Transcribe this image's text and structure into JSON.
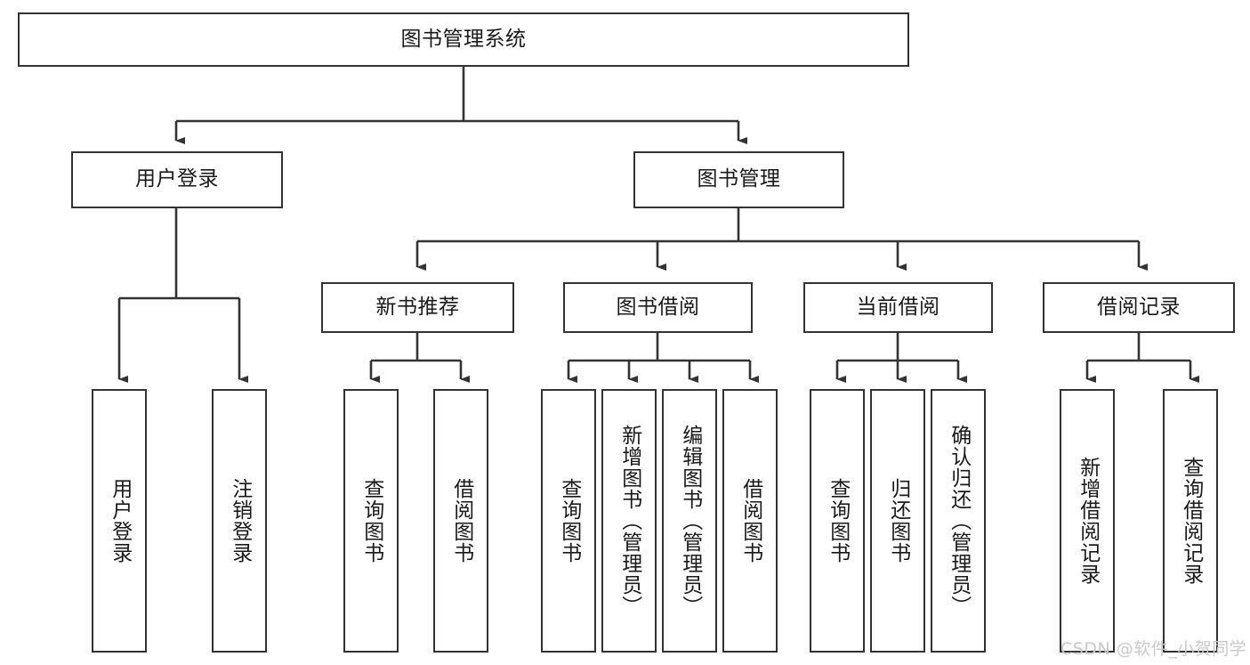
{
  "diagram": {
    "title": "图书管理系统",
    "root": {
      "id": "root",
      "label": "图书管理系统"
    },
    "level2": [
      {
        "id": "user-login",
        "label": "用户登录"
      },
      {
        "id": "book-manage",
        "label": "图书管理"
      }
    ],
    "level3": [
      {
        "id": "new-book-rec",
        "label": "新书推荐"
      },
      {
        "id": "book-borrow",
        "label": "图书借阅"
      },
      {
        "id": "current-borrow",
        "label": "当前借阅"
      },
      {
        "id": "borrow-record",
        "label": "借阅记录"
      }
    ],
    "leaves": {
      "user-login": [
        {
          "id": "leaf-user-login",
          "label": "用户登录"
        },
        {
          "id": "leaf-logout",
          "label": "注销登录"
        }
      ],
      "new-book-rec": [
        {
          "id": "leaf-query-book-1",
          "label": "查询图书"
        },
        {
          "id": "leaf-borrow-book-1",
          "label": "借阅图书"
        }
      ],
      "book-borrow": [
        {
          "id": "leaf-query-book-2",
          "label": "查询图书"
        },
        {
          "id": "leaf-add-book",
          "label": "新增图书（管理员）"
        },
        {
          "id": "leaf-edit-book",
          "label": "编辑图书（管理员）"
        },
        {
          "id": "leaf-borrow-book-2",
          "label": "借阅图书"
        }
      ],
      "current-borrow": [
        {
          "id": "leaf-query-book-3",
          "label": "查询图书"
        },
        {
          "id": "leaf-return-book",
          "label": "归还图书"
        },
        {
          "id": "leaf-confirm-return",
          "label": "确认归还（管理员）"
        }
      ],
      "borrow-record": [
        {
          "id": "leaf-add-record",
          "label": "新增借阅记录"
        },
        {
          "id": "leaf-query-record",
          "label": "查询借阅记录"
        }
      ]
    }
  },
  "watermark": {
    "text": "CSDN @软件_小贺同学"
  },
  "colors": {
    "stroke": "#333333",
    "box_fill": "#ffffff",
    "text": "#1a1a1a",
    "watermark": "#c9c9c9",
    "background": "#ffffff"
  }
}
